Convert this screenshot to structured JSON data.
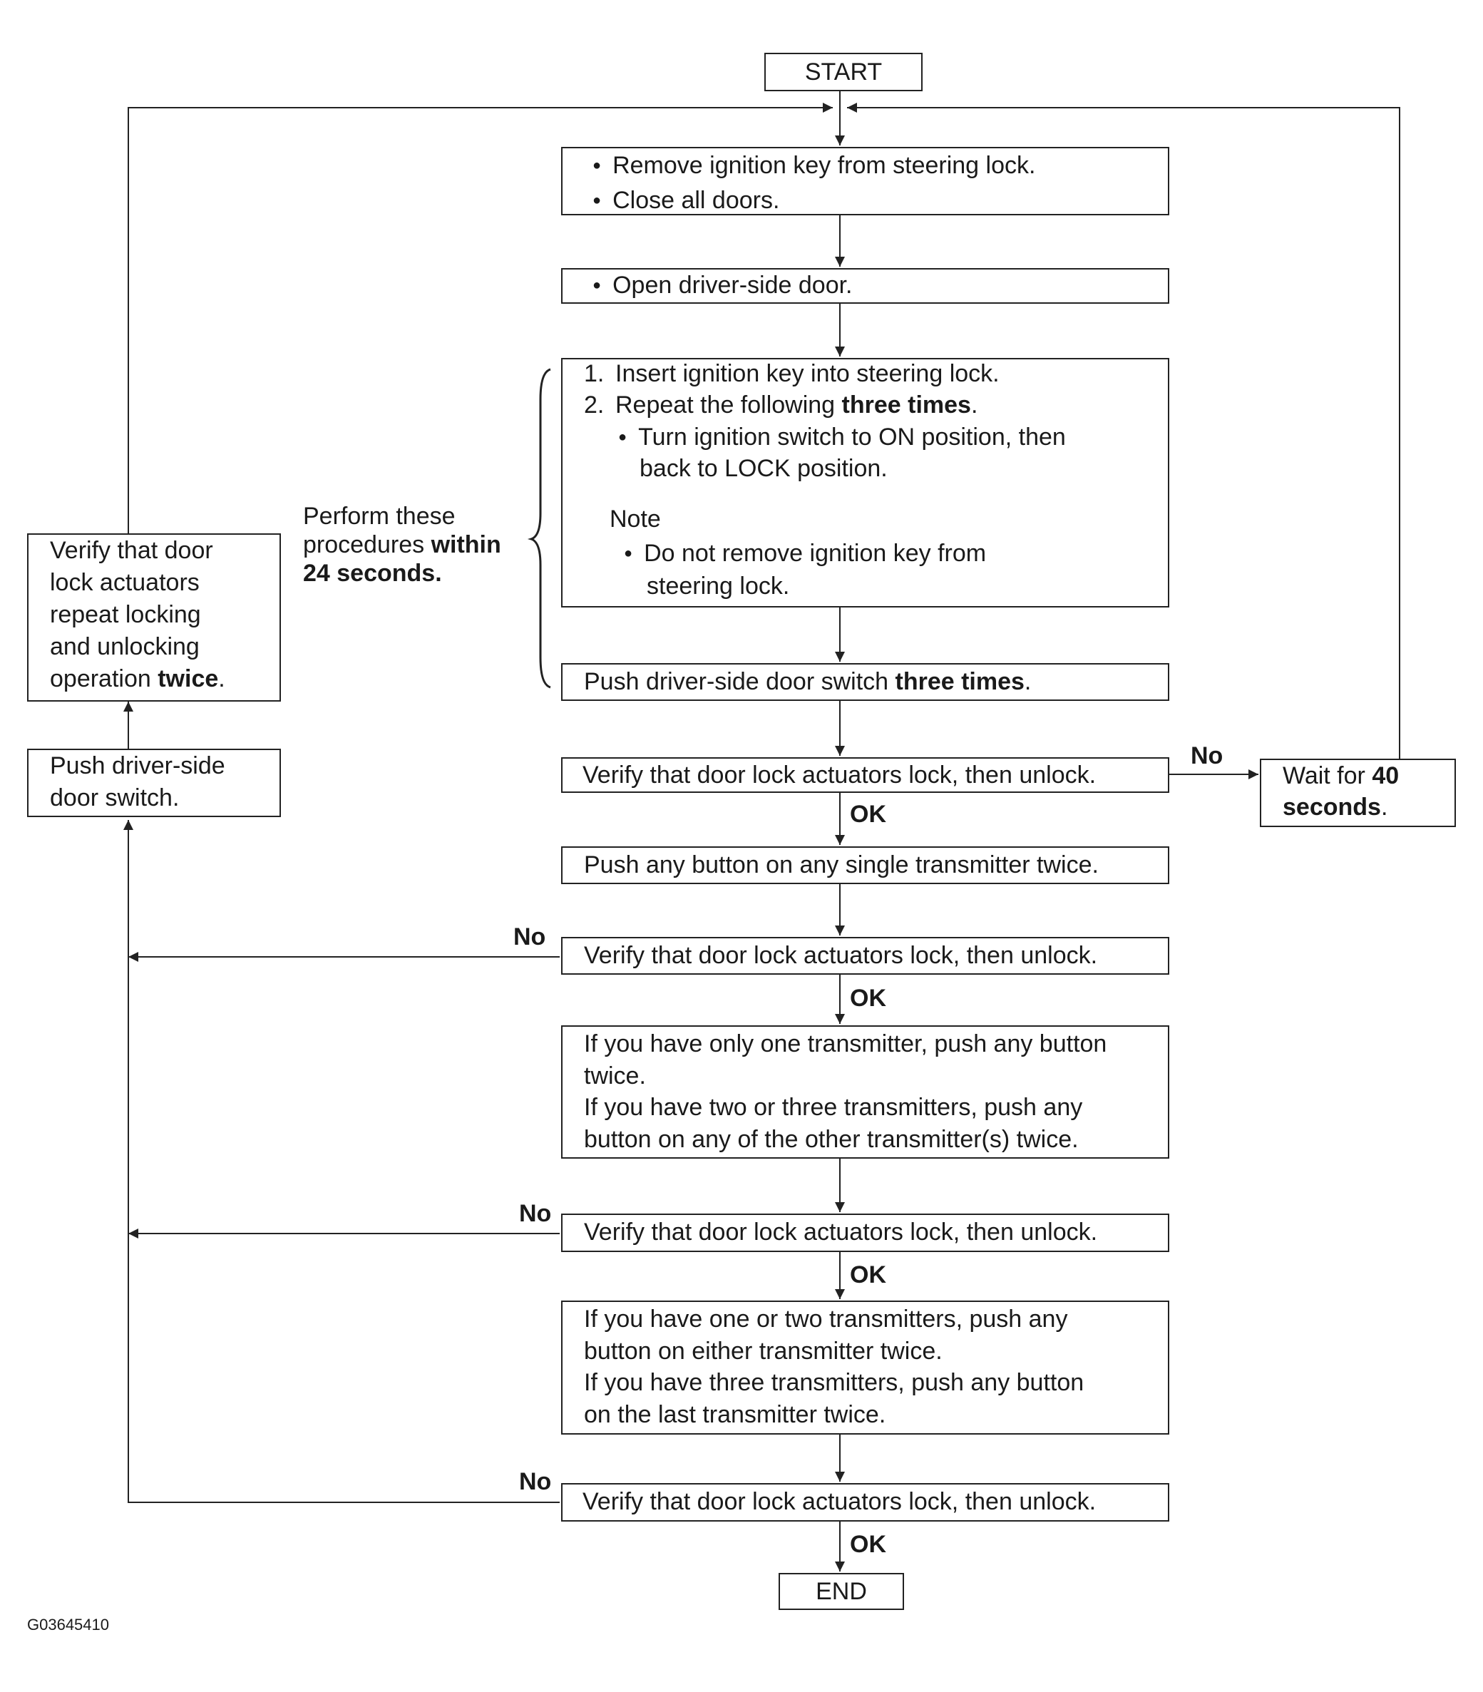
{
  "start": "START",
  "end": "END",
  "steps": {
    "s1": {
      "line1": "Remove ignition key from steering lock.",
      "line2": "Close all doors."
    },
    "s2": {
      "line1": "Open driver-side door."
    },
    "s3": {
      "item1_num": "1.",
      "item1": "Insert ignition key into steering lock.",
      "item2_num": "2.",
      "item2_pre": "Repeat the following",
      "item2_bold": "three times",
      "item2_post": ".",
      "sub_line1": "Turn ignition switch to ON position, then",
      "sub_line2": "back to LOCK position.",
      "note_title": "Note",
      "note_line1": "Do not remove ignition key from",
      "note_line2": "steering lock."
    },
    "s4": {
      "pre": "Push driver-side door switch",
      "bold": "three times",
      "post": "."
    },
    "s5": {
      "text": "Verify that door lock actuators lock, then unlock."
    },
    "s6": {
      "text": "Push any button on any single transmitter twice."
    },
    "s7": {
      "text": "Verify that door lock actuators lock, then unlock."
    },
    "s8": {
      "line1": "If you have only one transmitter, push any button",
      "line2": "twice.",
      "line3": "If you have two or three transmitters, push any",
      "line4": "button on any of the other transmitter(s) twice."
    },
    "s9": {
      "text": "Verify that door lock actuators lock, then unlock."
    },
    "s10": {
      "line1": "If you have one or two transmitters, push any",
      "line2": "button on either transmitter twice.",
      "line3": "If you have three transmitters, push any button",
      "line4": "on the last transmitter twice."
    },
    "s11": {
      "text": "Verify that door lock actuators lock, then unlock."
    }
  },
  "wait": {
    "pre": "Wait for",
    "bold1": "40",
    "bold2": "seconds",
    "post": "."
  },
  "left_verify": {
    "line1": "Verify that door",
    "line2": "lock actuators",
    "line3": "repeat locking",
    "line4": "and unlocking",
    "line5_pre": "operation",
    "line5_bold": "twice",
    "line5_post": "."
  },
  "left_push": {
    "line1": "Push driver-side",
    "line2": "door switch."
  },
  "bracket_note": {
    "line1": "Perform these",
    "line2_pre": "procedures",
    "line2_bold": "within",
    "line3_bold": "24 seconds."
  },
  "labels": {
    "no": "No",
    "ok": "OK"
  },
  "figure_id": "G03645410",
  "colors": {
    "line": "#222222",
    "background": "#ffffff"
  }
}
